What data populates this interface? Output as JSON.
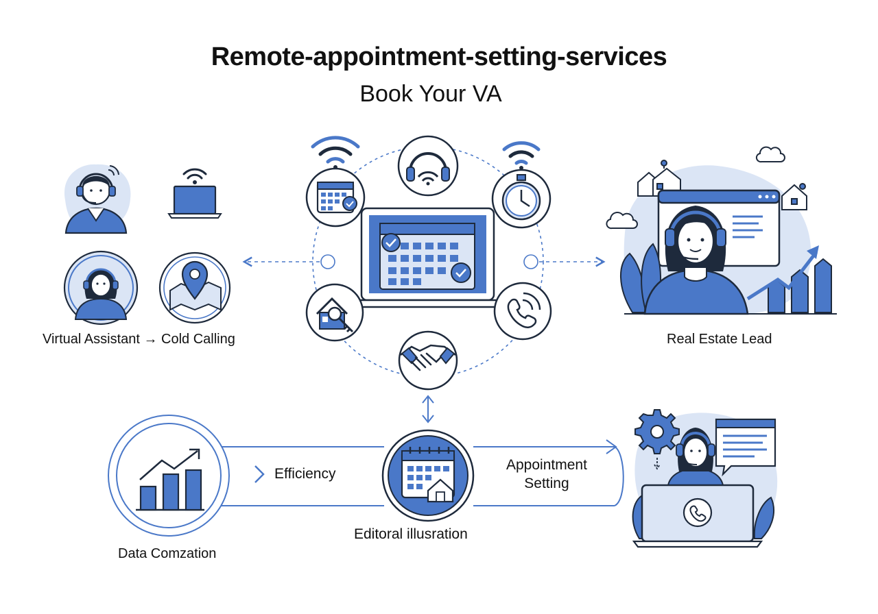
{
  "header": {
    "title": "Remote-appointment-setting-services",
    "subtitle": "Book Your VA"
  },
  "labels": {
    "virtual_assistant_cold_calling": "Virtual Assistant → Cold Calling",
    "real_estate_lead": "Real Estate Lead",
    "efficiency": "Efficiency",
    "appointment_line1": "Appointment",
    "appointment_line2": "Setting",
    "editorial": "Editoral illusration",
    "data": "Data Comzation"
  },
  "colors": {
    "accent": "#4a78c8",
    "accent_light": "#dbe5f5",
    "outline": "#1e2a3c"
  }
}
